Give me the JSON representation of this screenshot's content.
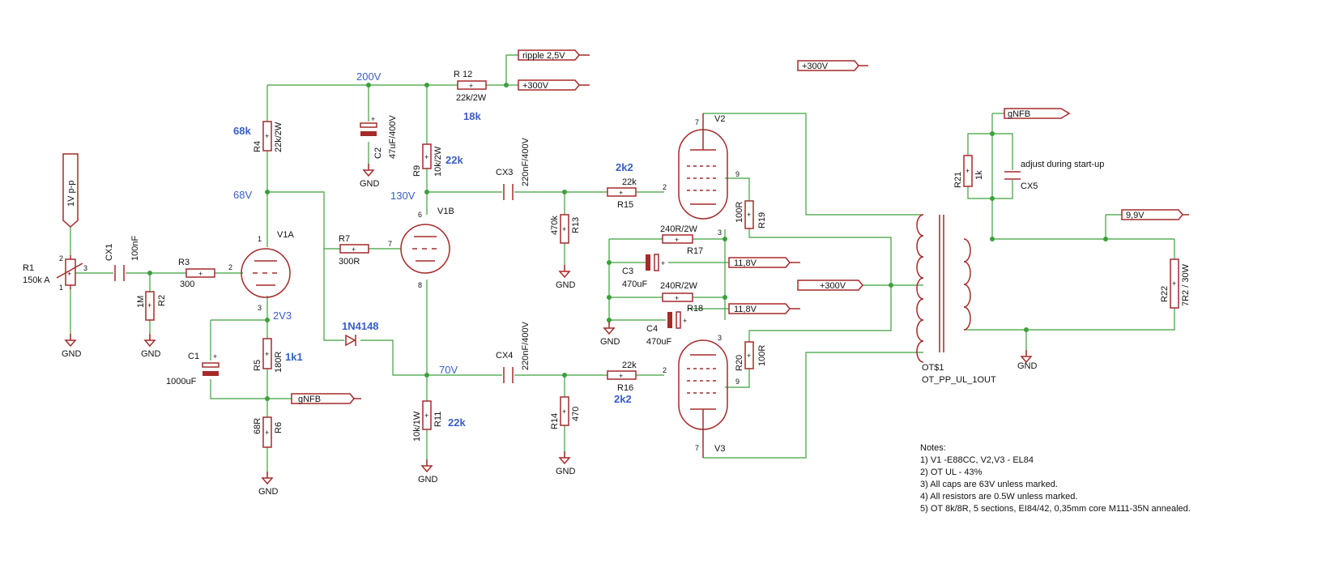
{
  "parts": {
    "r1": {
      "name": "R1",
      "value": "150k A"
    },
    "r2": {
      "name": "R2",
      "value": "1M"
    },
    "r3": {
      "name": "R3",
      "value": "300"
    },
    "r4": {
      "name": "R4",
      "value": "22k/2W"
    },
    "r5": {
      "name": "R5",
      "value": "180R"
    },
    "r6": {
      "name": "R6",
      "value": "68R"
    },
    "r7": {
      "name": "R7",
      "value": "300R"
    },
    "r9": {
      "name": "R9",
      "value": "10k/2W"
    },
    "r11": {
      "name": "R11",
      "value": "10k/1W"
    },
    "r12": {
      "name": "R 12",
      "value": "22k/2W"
    },
    "r13": {
      "name": "R13",
      "value": "470k"
    },
    "r14": {
      "name": "R14",
      "value": "470"
    },
    "r15": {
      "name": "R15",
      "value": "22k"
    },
    "r16": {
      "name": "R16",
      "value": "22k"
    },
    "r17": {
      "name": "R17",
      "value": "240R/2W"
    },
    "r18": {
      "name": "R18",
      "value": "240R/2W"
    },
    "r19": {
      "name": "R19",
      "value": "100R"
    },
    "r20": {
      "name": "R20",
      "value": "100R"
    },
    "r21": {
      "name": "R21",
      "value": "1k"
    },
    "r22": {
      "name": "R22",
      "value": "7R2 / 30W"
    },
    "c1": {
      "name": "C1",
      "value": "1000uF"
    },
    "c2": {
      "name": "C2",
      "value": "47uF/400V"
    },
    "c3": {
      "name": "C3",
      "value": "470uF"
    },
    "c4": {
      "name": "C4",
      "value": "470uF"
    },
    "cx1": {
      "name": "CX1",
      "value": "100nF"
    },
    "cx3": {
      "name": "CX3",
      "value": "220nF/400V"
    },
    "cx4": {
      "name": "CX4",
      "value": "220nF/400V"
    },
    "cx5": {
      "name": "CX5",
      "value": "adjust during start-up"
    },
    "v1a": {
      "name": "V1A"
    },
    "v1b": {
      "name": "V1B"
    },
    "v2": {
      "name": "V2"
    },
    "v3": {
      "name": "V3"
    },
    "ot": {
      "name": "OT$1",
      "value": "OT_PP_UL_1OUT"
    }
  },
  "nets": {
    "gnd": "GND",
    "input": "1V p-p",
    "ripple": "ripple 2,5V",
    "b300": "+300V",
    "gnfb": "gNFB",
    "v11_8": "11,8V",
    "v9_9": "9,9V"
  },
  "annotations": {
    "v200": "200V",
    "v68": "68V",
    "v130": "130V",
    "v70": "70V",
    "v2v3": "2V3",
    "r4_ann": "68k",
    "r9_ann": "22k",
    "r11_ann": "22k",
    "r12_ann": "18k",
    "r15_ann": "2k2",
    "r16_ann": "2k2",
    "r5_ann": "1k1",
    "diode": "1N4148"
  },
  "notes": [
    "Notes:",
    "1) V1 -E88CC, V2,V3 - EL84",
    "2) OT UL - 43%",
    "3) All caps are 63V unless marked.",
    "4) All resistors are 0.5W unless marked.",
    "5) OT 8k/8R, 5 sections, EI84/42, 0,35mm core M111-35N annealed."
  ]
}
